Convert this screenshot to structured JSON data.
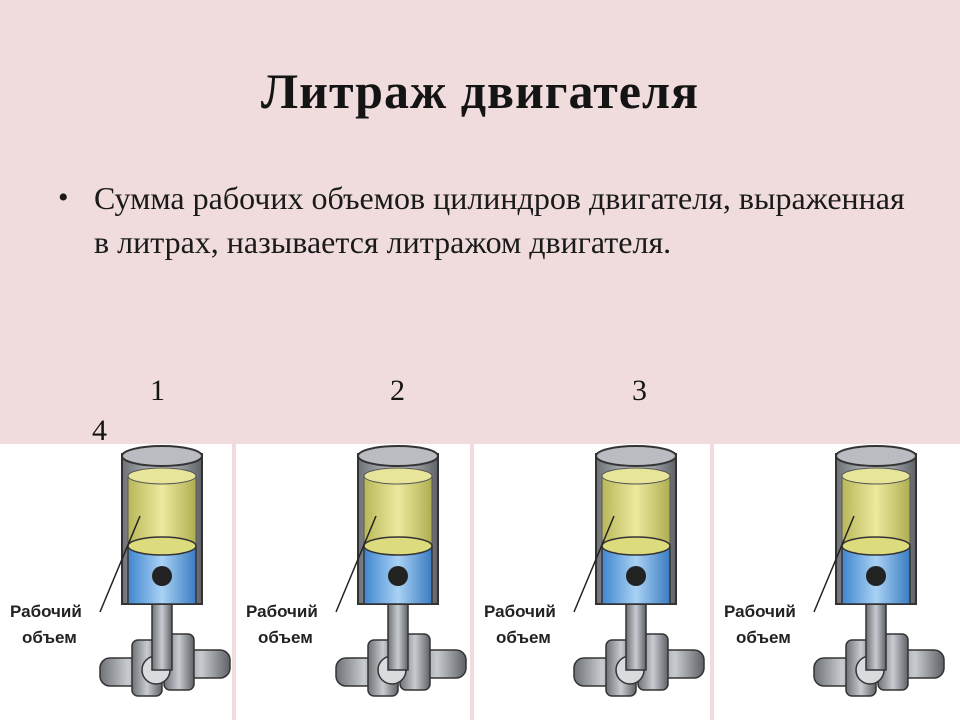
{
  "slide": {
    "title": "Литраж двигателя",
    "bullet": "Сумма рабочих объемов цилиндров двигателя, выраженная в литрах, называется литражом двигателя.",
    "bullet_symbol": "•"
  },
  "numbers": [
    "1",
    "2",
    "3",
    "4"
  ],
  "cylinders": [
    {
      "label_line1": "Рабочий",
      "label_line2": "объем"
    },
    {
      "label_line1": "Рабочий",
      "label_line2": "объем"
    },
    {
      "label_line1": "Рабочий",
      "label_line2": "объем"
    },
    {
      "label_line1": "Рабочий",
      "label_line2": "объем"
    }
  ],
  "colors": {
    "background": "#f0dcdc",
    "liquid": "#d8d67a",
    "piston": "#6aa9e6",
    "metal": "#9a9ea3"
  }
}
